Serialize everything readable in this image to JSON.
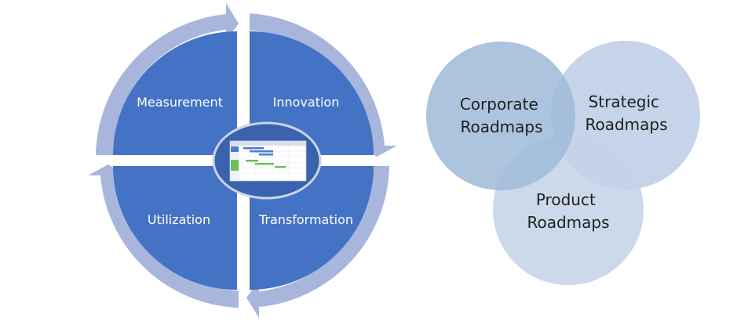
{
  "cycle": {
    "quadrants": {
      "top_left": "Measurement",
      "top_right": "Innovation",
      "bottom_left": "Utilization",
      "bottom_right": "Transformation"
    },
    "colors": {
      "fill": "#4472c4",
      "arrow": "#a8b6dc",
      "center": "#3a62ad",
      "center_border": "#c9d3ea"
    }
  },
  "venn": {
    "corporate": {
      "line1": "Corporate",
      "line2": "Roadmaps"
    },
    "strategic": {
      "line1": "Strategic",
      "line2": "Roadmaps"
    },
    "product": {
      "line1": "Product",
      "line2": "Roadmaps"
    },
    "colors": {
      "corporate": "#9fbad8",
      "strategic": "#c3d2e8",
      "product": "#c3d2e8"
    }
  }
}
